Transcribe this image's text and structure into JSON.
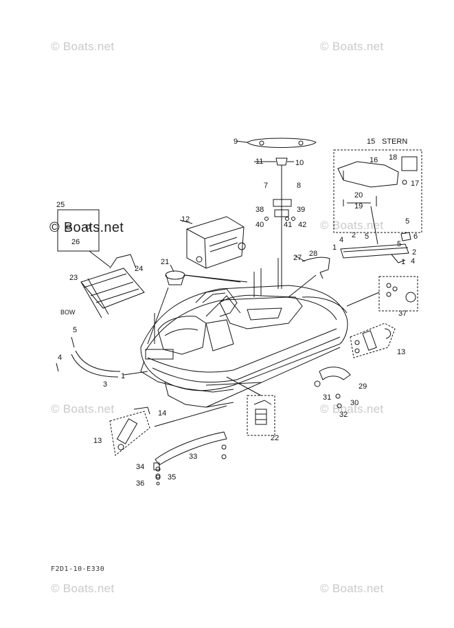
{
  "watermarks": [
    "© Boats.net",
    "© Boats.net",
    "© Boats.net",
    "© Boats.net",
    "© Boats.net",
    "© Boats.net",
    "© Boats.net",
    "© Boats.net",
    "© Boats.net",
    "© Boats.net"
  ],
  "labels": {
    "bow": "BOW",
    "stern": "STERN",
    "figure_code": "F2D1-10-E330"
  },
  "parts": [
    "1",
    "2",
    "3",
    "4",
    "5",
    "6",
    "7",
    "8",
    "9",
    "10",
    "11",
    "12",
    "13",
    "14",
    "15",
    "16",
    "17",
    "18",
    "19",
    "20",
    "21",
    "22",
    "23",
    "24",
    "25",
    "26",
    "27",
    "28",
    "29",
    "30",
    "31",
    "32",
    "33",
    "34",
    "35",
    "36",
    "37",
    "38",
    "39",
    "40",
    "41",
    "42"
  ]
}
